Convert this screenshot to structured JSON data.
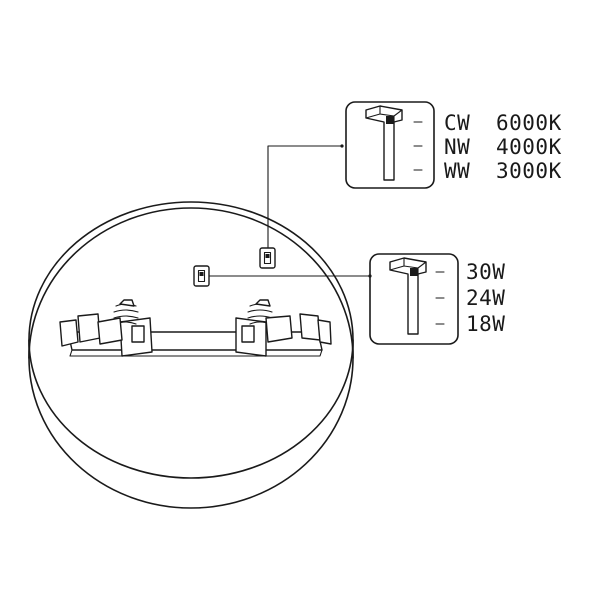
{
  "color_temperature": {
    "options": [
      {
        "code": "CW",
        "kelvin": "6000K"
      },
      {
        "code": "NW",
        "kelvin": "4000K"
      },
      {
        "code": "WW",
        "kelvin": "3000K"
      }
    ]
  },
  "wattage": {
    "options": [
      "30W",
      "24W",
      "18W"
    ]
  },
  "colors": {
    "line": "#1a1a1a",
    "background": "#ffffff"
  }
}
